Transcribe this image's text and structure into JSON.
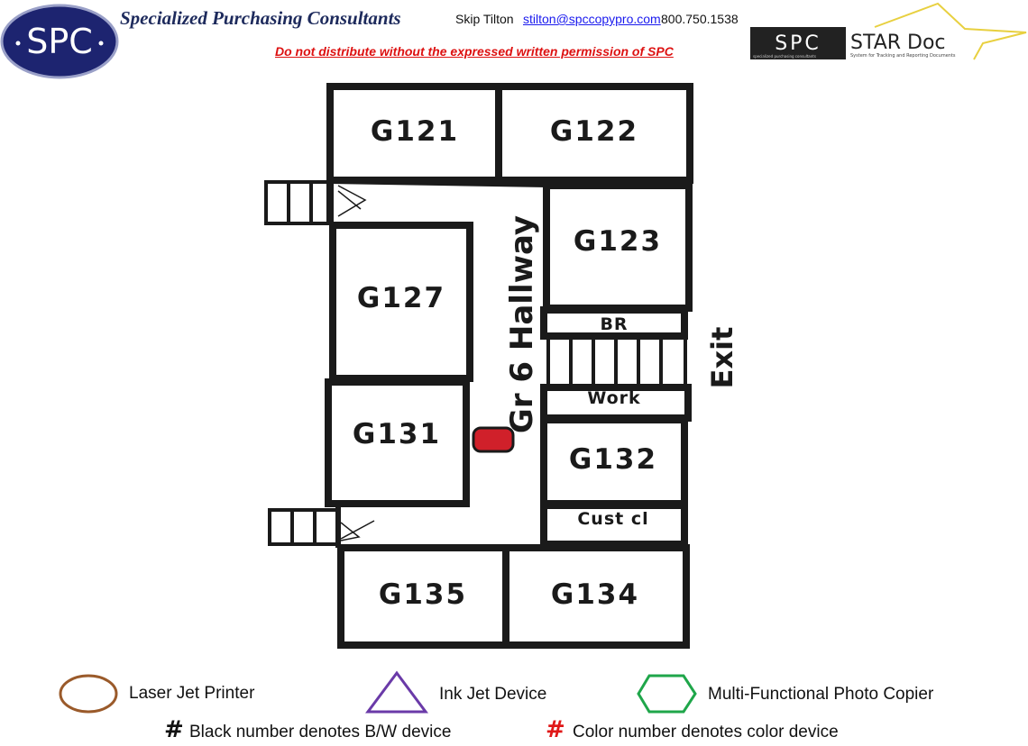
{
  "header": {
    "logo_text": "SPC",
    "company": "Specialized Purchasing Consultants",
    "contact_name": "Skip Tilton",
    "contact_email": "stilton@spccopypro.com",
    "contact_phone": "800.750.1538",
    "warning": "Do not distribute without the expressed written permission of SPC",
    "star_logo": {
      "left": "SPC",
      "right": "STAR Doc",
      "tagline_left": "specialized purchasing consultants",
      "tagline_right": "System for Tracking and Reporting Documents"
    }
  },
  "floorplan": {
    "rooms": [
      "G121",
      "G122",
      "G123",
      "G127",
      "G131",
      "G132",
      "G135",
      "G134"
    ],
    "small_rooms": [
      "BR",
      "Work",
      "Cust cl"
    ],
    "hallway": "Gr 6 Hallway",
    "exit": "Exit",
    "device_color": "#d0202a"
  },
  "legend": {
    "laser": "Laser Jet Printer",
    "inkjet": "Ink Jet Device",
    "mfp": "Multi-Functional Photo Copier",
    "hash": "#",
    "bw_note": "Black number denotes B/W device",
    "color_note": "Color number denotes color device",
    "colors": {
      "laser": "#9a5a2a",
      "inkjet": "#6a3aa8",
      "mfp": "#1fa64a",
      "color_hash": "#e01818"
    }
  }
}
